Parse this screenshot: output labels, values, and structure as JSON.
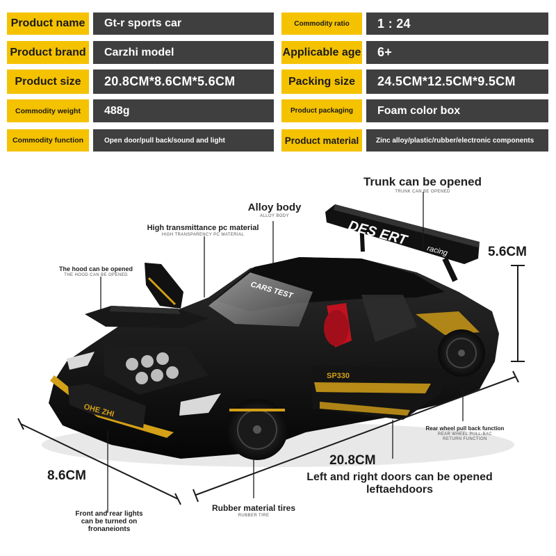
{
  "specs": {
    "left": [
      {
        "label": "Product name",
        "value": "Gt-r sports car"
      },
      {
        "label": "Product brand",
        "value": "Carzhi model"
      },
      {
        "label": "Product size",
        "value": "20.8CM*8.6CM*5.6CM"
      },
      {
        "label": "Commodity weight",
        "value": "488g"
      },
      {
        "label": "Commodity function",
        "value": "Open door/pull back/sound and light"
      }
    ],
    "right": [
      {
        "label": "Commodity ratio",
        "value": "1 : 24"
      },
      {
        "label": "Applicable age",
        "value": "6+"
      },
      {
        "label": "Packing size",
        "value": "24.5CM*12.5CM*9.5CM"
      },
      {
        "label": "Product packaging",
        "value": "Foam color box"
      },
      {
        "label": "Product material",
        "value": "Zinc alloy/plastic/rubber/electronic components"
      }
    ]
  },
  "annotations": {
    "trunk": {
      "title": "Trunk can be opened",
      "sub": "TRUNK CAN BE OPENED"
    },
    "alloy": {
      "title": "Alloy body",
      "sub": "ALLOY BODY"
    },
    "pc": {
      "title": "High transmittance pc material",
      "sub": "HIGH TRANSPARENCY PC MATERIAL"
    },
    "hood": {
      "title": "The hood can be opened",
      "sub": "THE HOOD CAN BE OPENED"
    },
    "rear_wheel": {
      "title": "Rear wheel pull back function",
      "sub1": "REAR WHEEL PULL-BAC",
      "sub2": "RETURN FUNCTION"
    },
    "doors": {
      "line1": "Left and right doors can be opened",
      "line2": "leftaehdoors"
    },
    "tires": {
      "title": "Rubber material tires",
      "sub": "RUBBER TIRE"
    },
    "lights": {
      "line1": "Front and rear lights",
      "line2": "can be turned on",
      "line3": "fronaneionts"
    }
  },
  "dimensions": {
    "height": "5.6CM",
    "length": "20.8CM",
    "width": "8.6CM"
  },
  "car": {
    "wing_text": "DES ERT",
    "wing_sub": "racing",
    "windshield_text": "CARS TEST",
    "grille_text": "OHE ZHI",
    "door_text": "SP330"
  },
  "colors": {
    "label_bg": "#f5c200",
    "value_bg": "#3f3f3f",
    "car_body": "#111111",
    "accent": "#d4a017"
  }
}
